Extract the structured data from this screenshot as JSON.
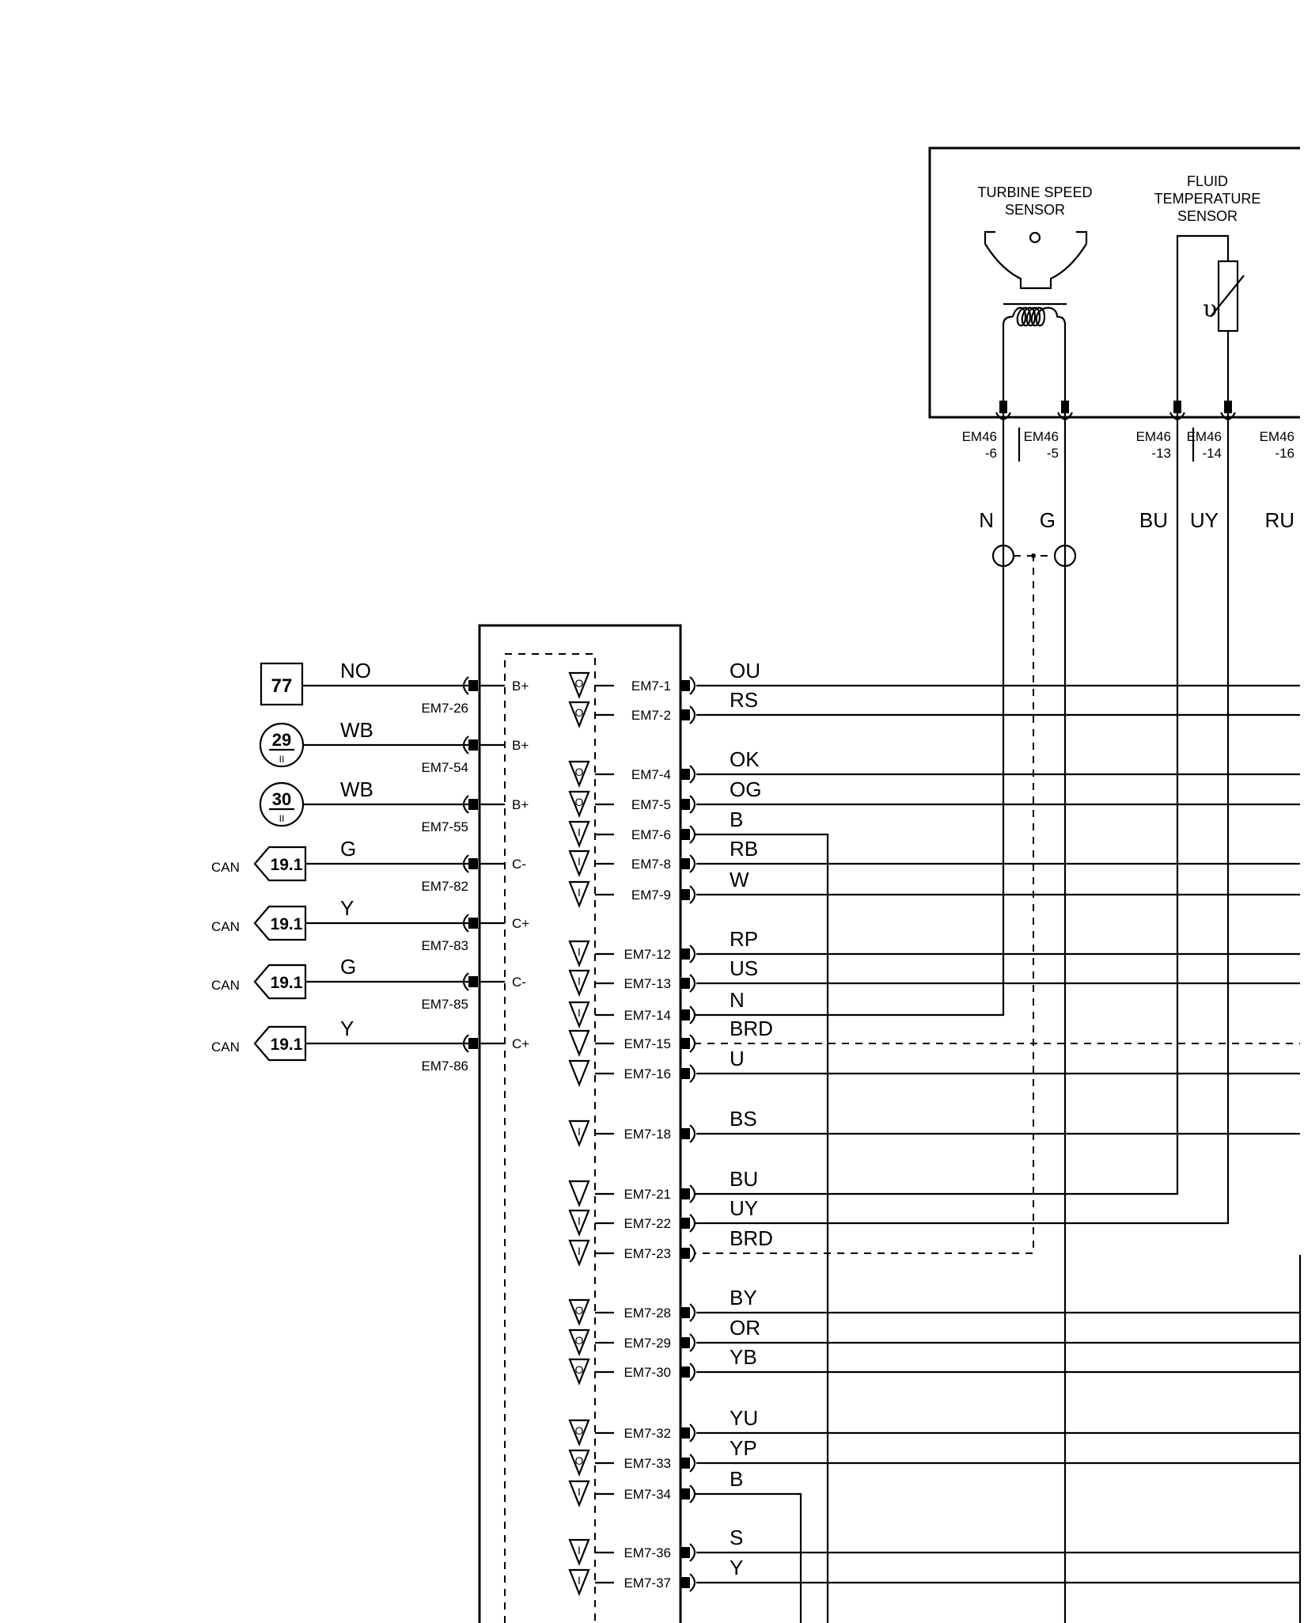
{
  "component_box": {
    "turbine_title_1": "TURBINE SPEED",
    "turbine_title_2": "SENSOR",
    "fluid_title_1": "FLUID",
    "fluid_title_2": "TEMPERATURE",
    "fluid_title_3": "SENSOR",
    "thermistor_symbol": "υ",
    "connectors": [
      {
        "top": "EM46",
        "bottom": "-6",
        "wire": "N"
      },
      {
        "top": "EM46",
        "bottom": "-5",
        "wire": "G"
      },
      {
        "top": "EM46",
        "bottom": "-13",
        "wire": "BU"
      },
      {
        "top": "EM46",
        "bottom": "-14",
        "wire": "UY"
      },
      {
        "top": "EM46",
        "bottom": "-16",
        "wire": "RU"
      }
    ]
  },
  "left_inputs": [
    {
      "ref": "77",
      "ref_shape": "square",
      "sub": "",
      "prefix": "",
      "wire": "NO",
      "pin": "EM7-26",
      "sym": "B+"
    },
    {
      "ref": "29",
      "ref_shape": "circle",
      "sub": "II",
      "prefix": "",
      "wire": "WB",
      "pin": "EM7-54",
      "sym": "B+"
    },
    {
      "ref": "30",
      "ref_shape": "circle",
      "sub": "II",
      "prefix": "",
      "wire": "WB",
      "pin": "EM7-55",
      "sym": "B+"
    },
    {
      "ref": "19.1",
      "ref_shape": "arrow",
      "sub": "",
      "prefix": "CAN",
      "wire": "G",
      "pin": "EM7-82",
      "sym": "C-"
    },
    {
      "ref": "19.1",
      "ref_shape": "arrow",
      "sub": "",
      "prefix": "CAN",
      "wire": "Y",
      "pin": "EM7-83",
      "sym": "C+"
    },
    {
      "ref": "19.1",
      "ref_shape": "arrow",
      "sub": "",
      "prefix": "CAN",
      "wire": "G",
      "pin": "EM7-85",
      "sym": "C-"
    },
    {
      "ref": "19.1",
      "ref_shape": "arrow",
      "sub": "",
      "prefix": "CAN",
      "wire": "Y",
      "pin": "EM7-86",
      "sym": "C+"
    }
  ],
  "right_pins": [
    {
      "pin": "EM7-1",
      "wire": "OU",
      "io": "O"
    },
    {
      "pin": "EM7-2",
      "wire": "RS",
      "io": "O"
    },
    {
      "pin": "EM7-4",
      "wire": "OK",
      "io": "O"
    },
    {
      "pin": "EM7-5",
      "wire": "OG",
      "io": "O"
    },
    {
      "pin": "EM7-6",
      "wire": "B",
      "io": "I"
    },
    {
      "pin": "EM7-8",
      "wire": "RB",
      "io": "I"
    },
    {
      "pin": "EM7-9",
      "wire": "W",
      "io": "I"
    },
    {
      "pin": "EM7-12",
      "wire": "RP",
      "io": "I"
    },
    {
      "pin": "EM7-13",
      "wire": "US",
      "io": "I"
    },
    {
      "pin": "EM7-14",
      "wire": "N",
      "io": "I"
    },
    {
      "pin": "EM7-15",
      "wire": "BRD",
      "io": ""
    },
    {
      "pin": "EM7-16",
      "wire": "U",
      "io": ""
    },
    {
      "pin": "EM7-18",
      "wire": "BS",
      "io": "I"
    },
    {
      "pin": "EM7-21",
      "wire": "BU",
      "io": ""
    },
    {
      "pin": "EM7-22",
      "wire": "UY",
      "io": "I"
    },
    {
      "pin": "EM7-23",
      "wire": "BRD",
      "io": "I"
    },
    {
      "pin": "EM7-28",
      "wire": "BY",
      "io": "O"
    },
    {
      "pin": "EM7-29",
      "wire": "OR",
      "io": "O"
    },
    {
      "pin": "EM7-30",
      "wire": "YB",
      "io": "O"
    },
    {
      "pin": "EM7-32",
      "wire": "YU",
      "io": "O"
    },
    {
      "pin": "EM7-33",
      "wire": "YP",
      "io": "O"
    },
    {
      "pin": "EM7-34",
      "wire": "B",
      "io": "I"
    },
    {
      "pin": "EM7-36",
      "wire": "S",
      "io": "I"
    },
    {
      "pin": "EM7-37",
      "wire": "Y",
      "io": "I"
    }
  ]
}
